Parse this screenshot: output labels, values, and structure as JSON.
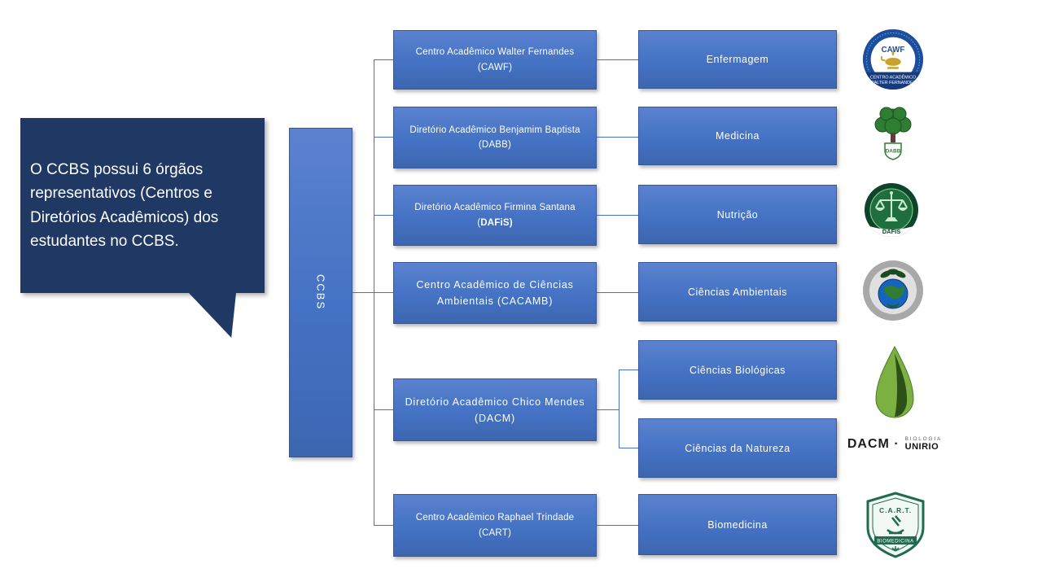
{
  "callout": {
    "text": "O CCBS possui 6 órgãos representativos (Centros e Diretórios Acadêmicos) dos estudantes no CCBS."
  },
  "root": {
    "label": "CCBS"
  },
  "org_boxes": [
    {
      "label": "Centro Acadêmico Walter Fernandes (CAWF)"
    },
    {
      "label": "Diretório Acadêmico Benjamim Baptista (DABB)"
    },
    {
      "label": "Diretório Acadêmico Firmina Santana (",
      "label_bold": "DAFiS)"
    },
    {
      "label": "Centro Acadêmico de Ciências Ambientais (CACAMB)"
    },
    {
      "label": "Diretório Acadêmico Chico Mendes (DACM)"
    },
    {
      "label": "Centro Acadêmico Raphael Trindade (CART)"
    }
  ],
  "course_boxes": [
    {
      "label": "Enfermagem"
    },
    {
      "label": "Medicina"
    },
    {
      "label": "Nutrição"
    },
    {
      "label": "Ciências Ambientais"
    },
    {
      "label": "Ciências Biológicas"
    },
    {
      "label": "Ciências da Natureza"
    },
    {
      "label": "Biomedicina"
    }
  ],
  "logos": {
    "cawf": {
      "acronym": "CAWF",
      "line1": "CENTRO ACADÊMICO",
      "line2": "WALTER FERNANDES"
    },
    "dabb": {
      "acronym": "DABB"
    },
    "dafis": {
      "acronym": "DAFIS"
    },
    "dacm": {
      "acronym": "DACM ·",
      "line1": "BIOLOGIA",
      "line2": "UNIRIO"
    },
    "cart": {
      "acronym": "C.A.R.T.",
      "line1": "BIOMEDICINA"
    }
  },
  "colors": {
    "node_blue": "#4472c4",
    "callout_navy": "#1f3864",
    "connector_blue": "#4472c4"
  }
}
